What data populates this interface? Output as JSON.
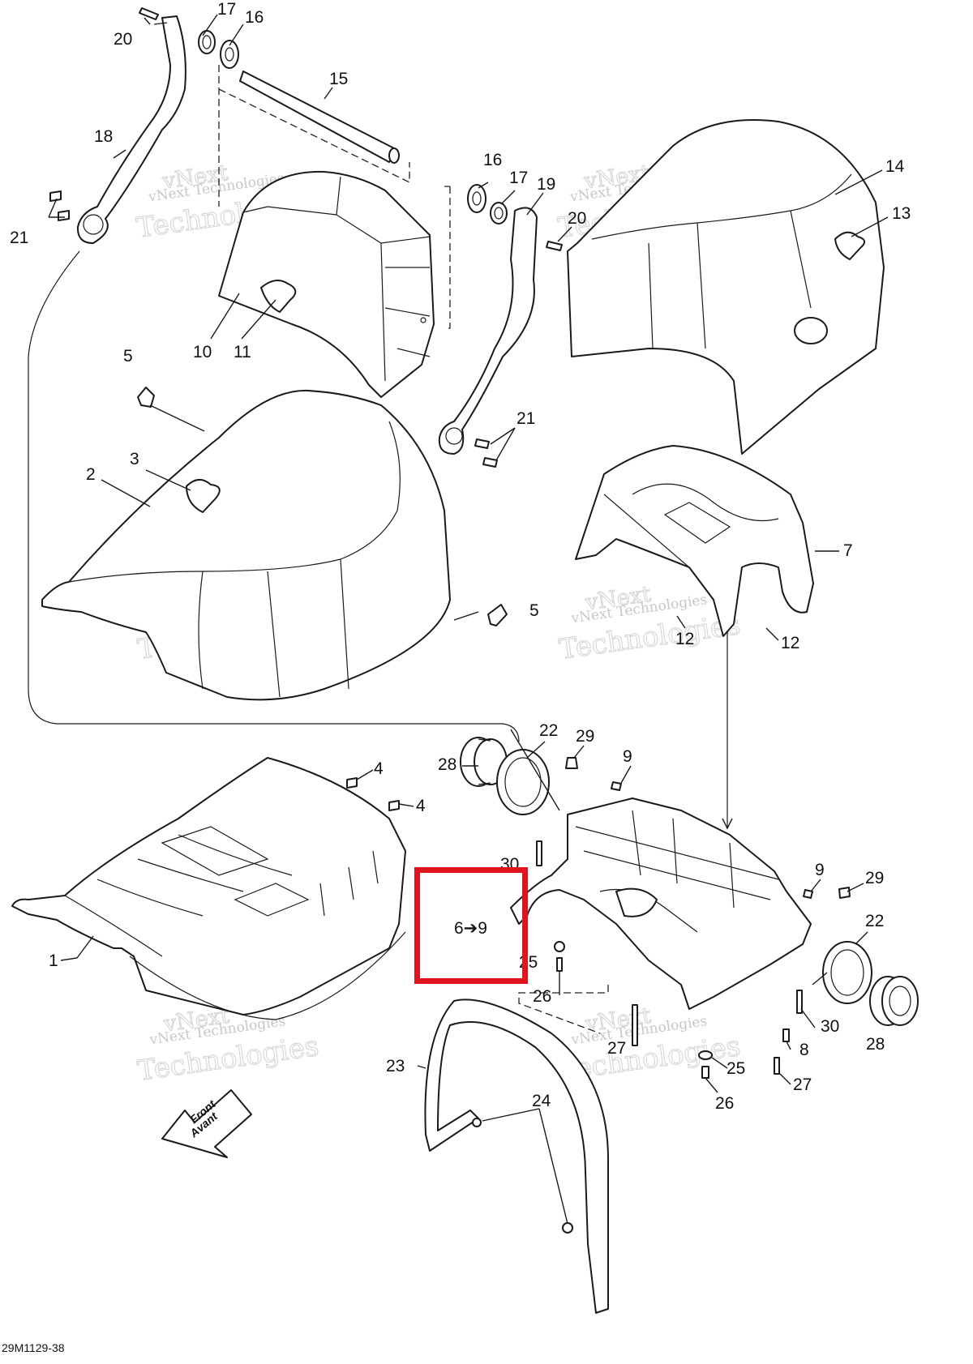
{
  "diagram": {
    "document_code": "29M1129-38",
    "watermark": {
      "line1": "vNext Technologies",
      "line2": "vNext",
      "line3": "Technologies"
    },
    "front_marker": {
      "line1": "Front",
      "line2": "Avant"
    },
    "highlight_label": "6➔9",
    "callouts": [
      "1",
      "2",
      "3",
      "4",
      "4",
      "5",
      "5",
      "7",
      "8",
      "9",
      "9",
      "10",
      "11",
      "12",
      "12",
      "13",
      "14",
      "15",
      "16",
      "16",
      "17",
      "17",
      "18",
      "19",
      "20",
      "20",
      "21",
      "21",
      "22",
      "22",
      "23",
      "24",
      "25",
      "25",
      "26",
      "26",
      "27",
      "27",
      "28",
      "28",
      "29",
      "29",
      "30",
      "30"
    ]
  }
}
